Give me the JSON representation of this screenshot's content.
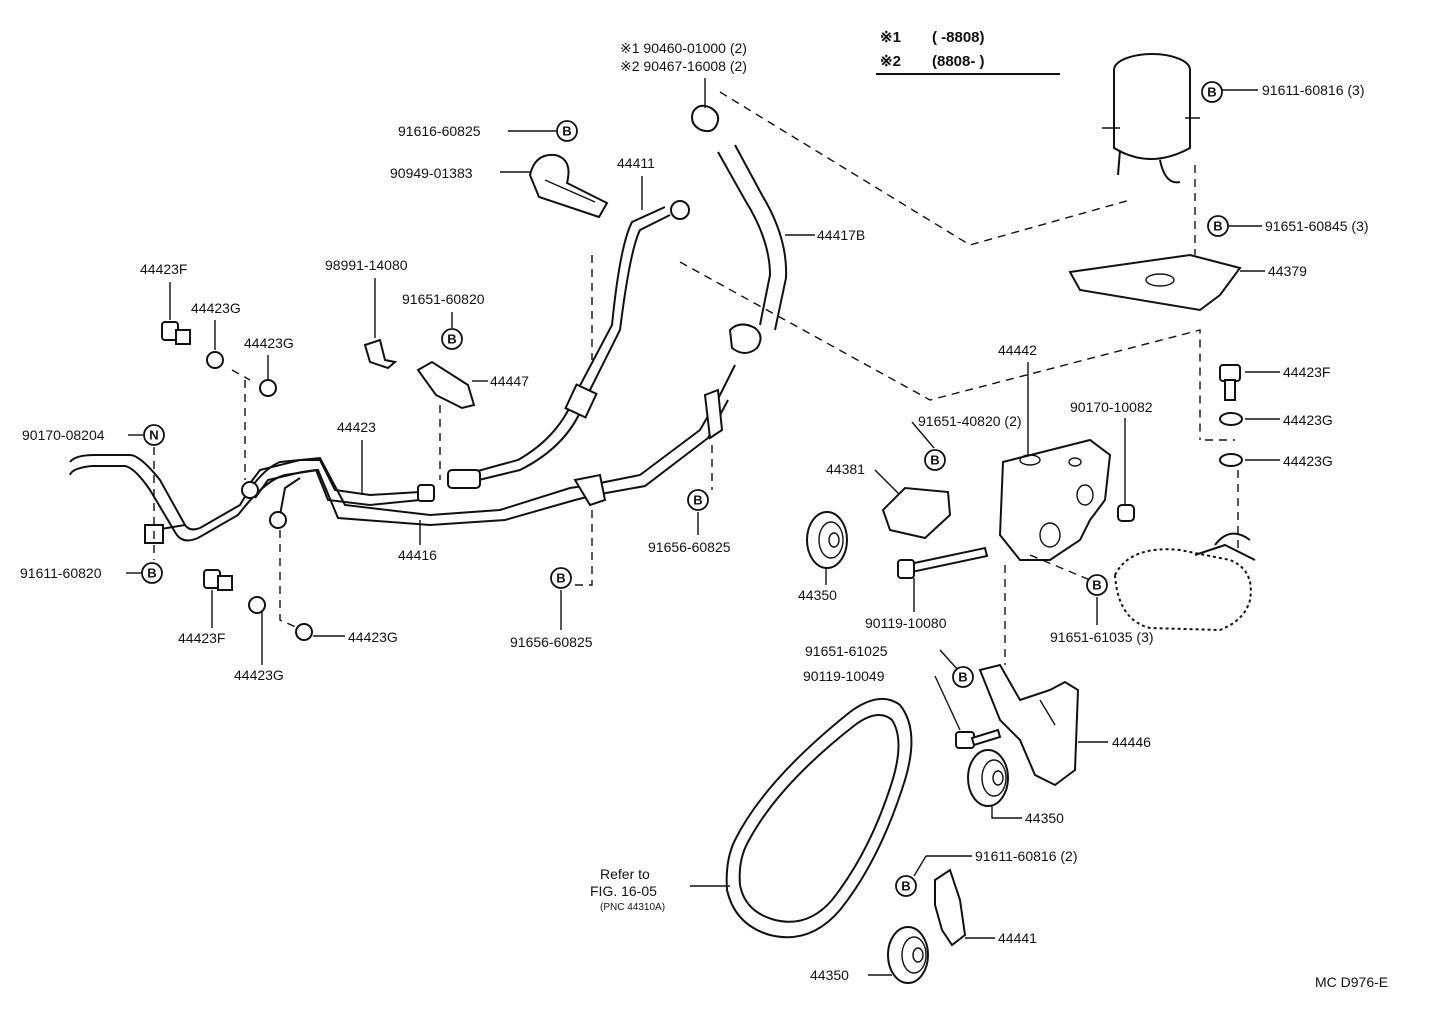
{
  "notes": {
    "note1_mark": "※1",
    "note1_text": "(      -8808)",
    "note2_mark": "※2",
    "note2_text": "(8808-       )",
    "ref1": "※1  90460-01000 (2)",
    "ref2": "※2  90467-16008 (2)"
  },
  "labels": {
    "p91616_60825": "91616-60825",
    "p90949_01383": "90949-01383",
    "p44411": "44411",
    "p44417B": "44417B",
    "p44423F_top": "44423F",
    "p44423G_a": "44423G",
    "p44423G_b": "44423G",
    "p98991_14080": "98991-14080",
    "p91651_60820": "91651-60820",
    "p44447": "44447",
    "p44423": "44423",
    "p90170_08204": "90170-08204",
    "p91611_60820": "91611-60820",
    "p44416": "44416",
    "p44423F_bot": "44423F",
    "p44423G_c": "44423G",
    "p44423G_d": "44423G",
    "p91656_60825_a": "91656-60825",
    "p91656_60825_b": "91656-60825",
    "p91611_60816_3": "91611-60816 (3)",
    "p91651_60845_3": "91651-60845 (3)",
    "p44379": "44379",
    "p44442": "44442",
    "p44423F_r": "44423F",
    "p44423G_r1": "44423G",
    "p44423G_r2": "44423G",
    "p91651_40820_2": "91651-40820 (2)",
    "p90170_10082": "90170-10082",
    "p44381": "44381",
    "p44350_a": "44350",
    "p90119_10080": "90119-10080",
    "p91651_61035_3": "91651-61035 (3)",
    "p91651_61025": "91651-61025",
    "p90119_10049": "90119-10049",
    "p44446": "44446",
    "p44350_b": "44350",
    "refer1": "Refer to",
    "refer2": "FIG. 16-05",
    "refer3": "(PNC 44310A)",
    "p91611_60816_2": "91611-60816 (2)",
    "p44441": "44441",
    "p44350_c": "44350",
    "code": "MC D976-E"
  },
  "markers": {
    "b": "B",
    "n": "N"
  }
}
